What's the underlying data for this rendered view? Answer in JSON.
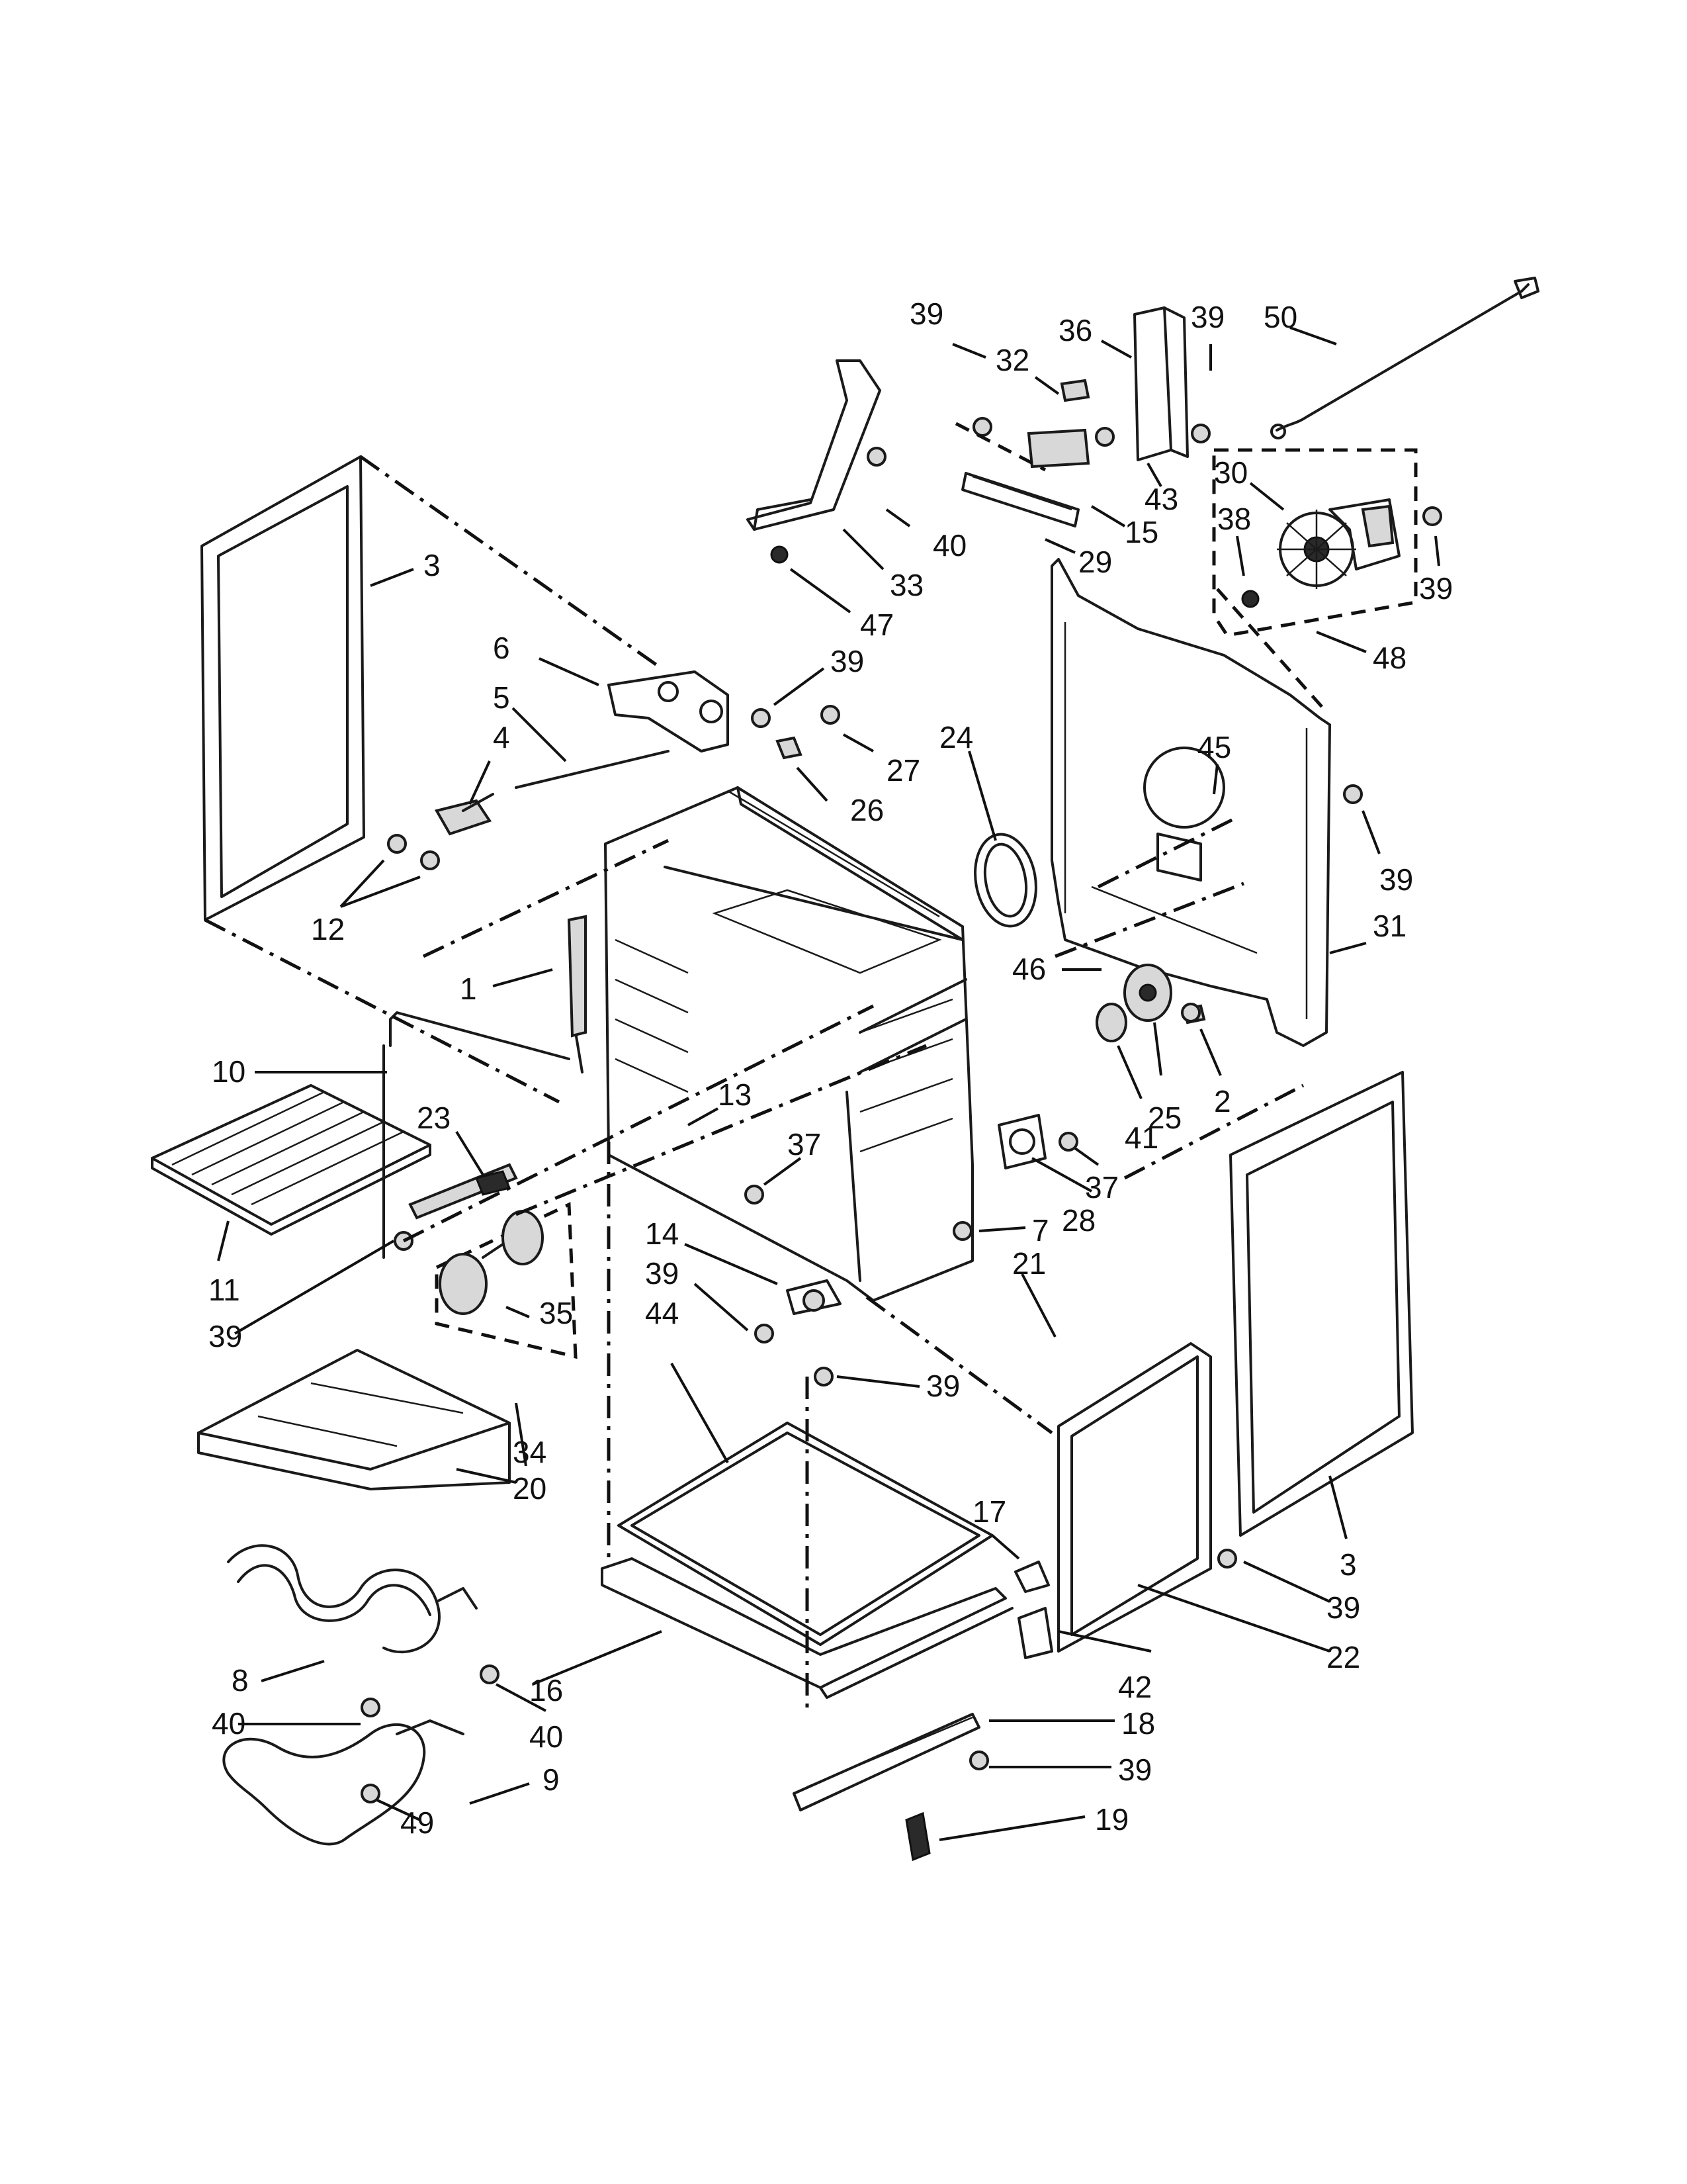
{
  "callouts": [
    {
      "n": "50"
    },
    {
      "n": "39"
    },
    {
      "n": "32"
    },
    {
      "n": "36"
    },
    {
      "n": "39"
    },
    {
      "n": "43"
    },
    {
      "n": "30"
    },
    {
      "n": "38"
    },
    {
      "n": "39"
    },
    {
      "n": "15"
    },
    {
      "n": "40"
    },
    {
      "n": "29"
    },
    {
      "n": "33"
    },
    {
      "n": "47"
    },
    {
      "n": "48"
    },
    {
      "n": "3"
    },
    {
      "n": "6"
    },
    {
      "n": "39"
    },
    {
      "n": "5"
    },
    {
      "n": "27"
    },
    {
      "n": "24"
    },
    {
      "n": "4"
    },
    {
      "n": "26"
    },
    {
      "n": "45"
    },
    {
      "n": "12"
    },
    {
      "n": "39"
    },
    {
      "n": "31"
    },
    {
      "n": "1"
    },
    {
      "n": "46"
    },
    {
      "n": "10"
    },
    {
      "n": "2"
    },
    {
      "n": "25"
    },
    {
      "n": "41"
    },
    {
      "n": "13"
    },
    {
      "n": "23"
    },
    {
      "n": "37"
    },
    {
      "n": "37"
    },
    {
      "n": "28"
    },
    {
      "n": "7"
    },
    {
      "n": "11"
    },
    {
      "n": "14"
    },
    {
      "n": "21"
    },
    {
      "n": "39"
    },
    {
      "n": "35"
    },
    {
      "n": "39"
    },
    {
      "n": "44"
    },
    {
      "n": "39"
    },
    {
      "n": "34"
    },
    {
      "n": "20"
    },
    {
      "n": "3"
    },
    {
      "n": "17"
    },
    {
      "n": "39"
    },
    {
      "n": "22"
    },
    {
      "n": "8"
    },
    {
      "n": "42"
    },
    {
      "n": "16"
    },
    {
      "n": "40"
    },
    {
      "n": "40"
    },
    {
      "n": "18"
    },
    {
      "n": "9"
    },
    {
      "n": "39"
    },
    {
      "n": "49"
    },
    {
      "n": "19"
    }
  ]
}
